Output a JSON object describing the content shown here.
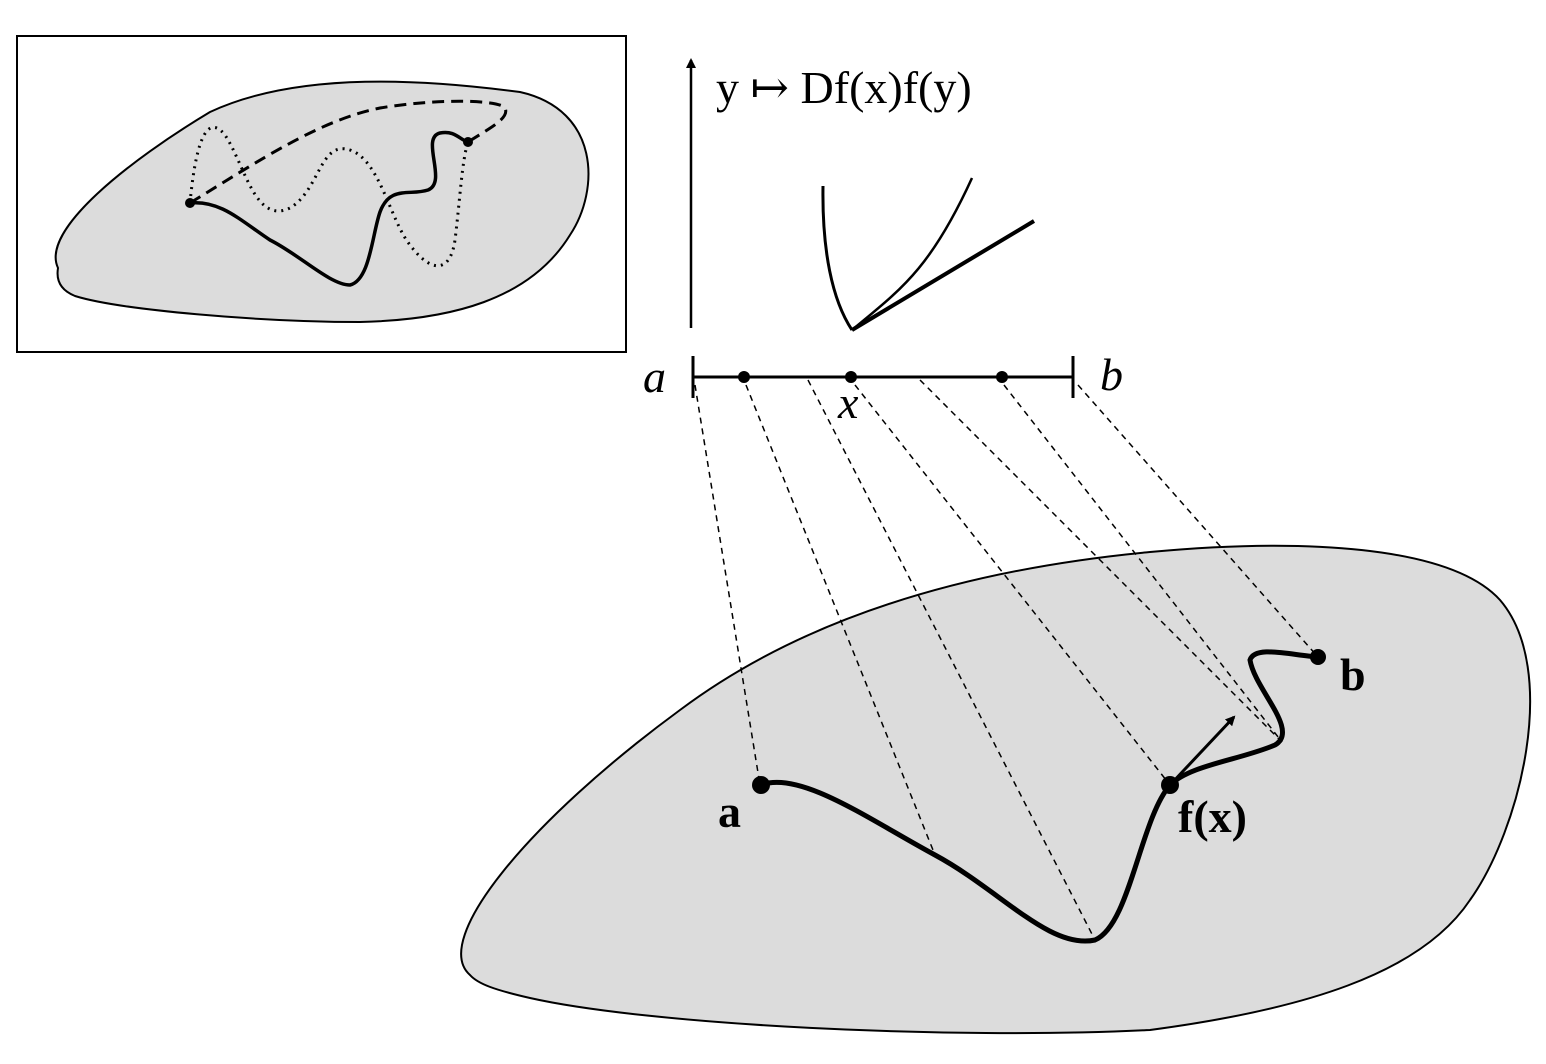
{
  "labels": {
    "interval_start": "a",
    "interval_end": "b",
    "interval_point": "x",
    "map_title": "y ↦ Df(x)f(y)",
    "curve_start": "a",
    "curve_end": "b",
    "curve_point": "f(x)"
  },
  "colors": {
    "region_fill": "#dcdcdc",
    "stroke": "#000000",
    "background": "#ffffff"
  }
}
